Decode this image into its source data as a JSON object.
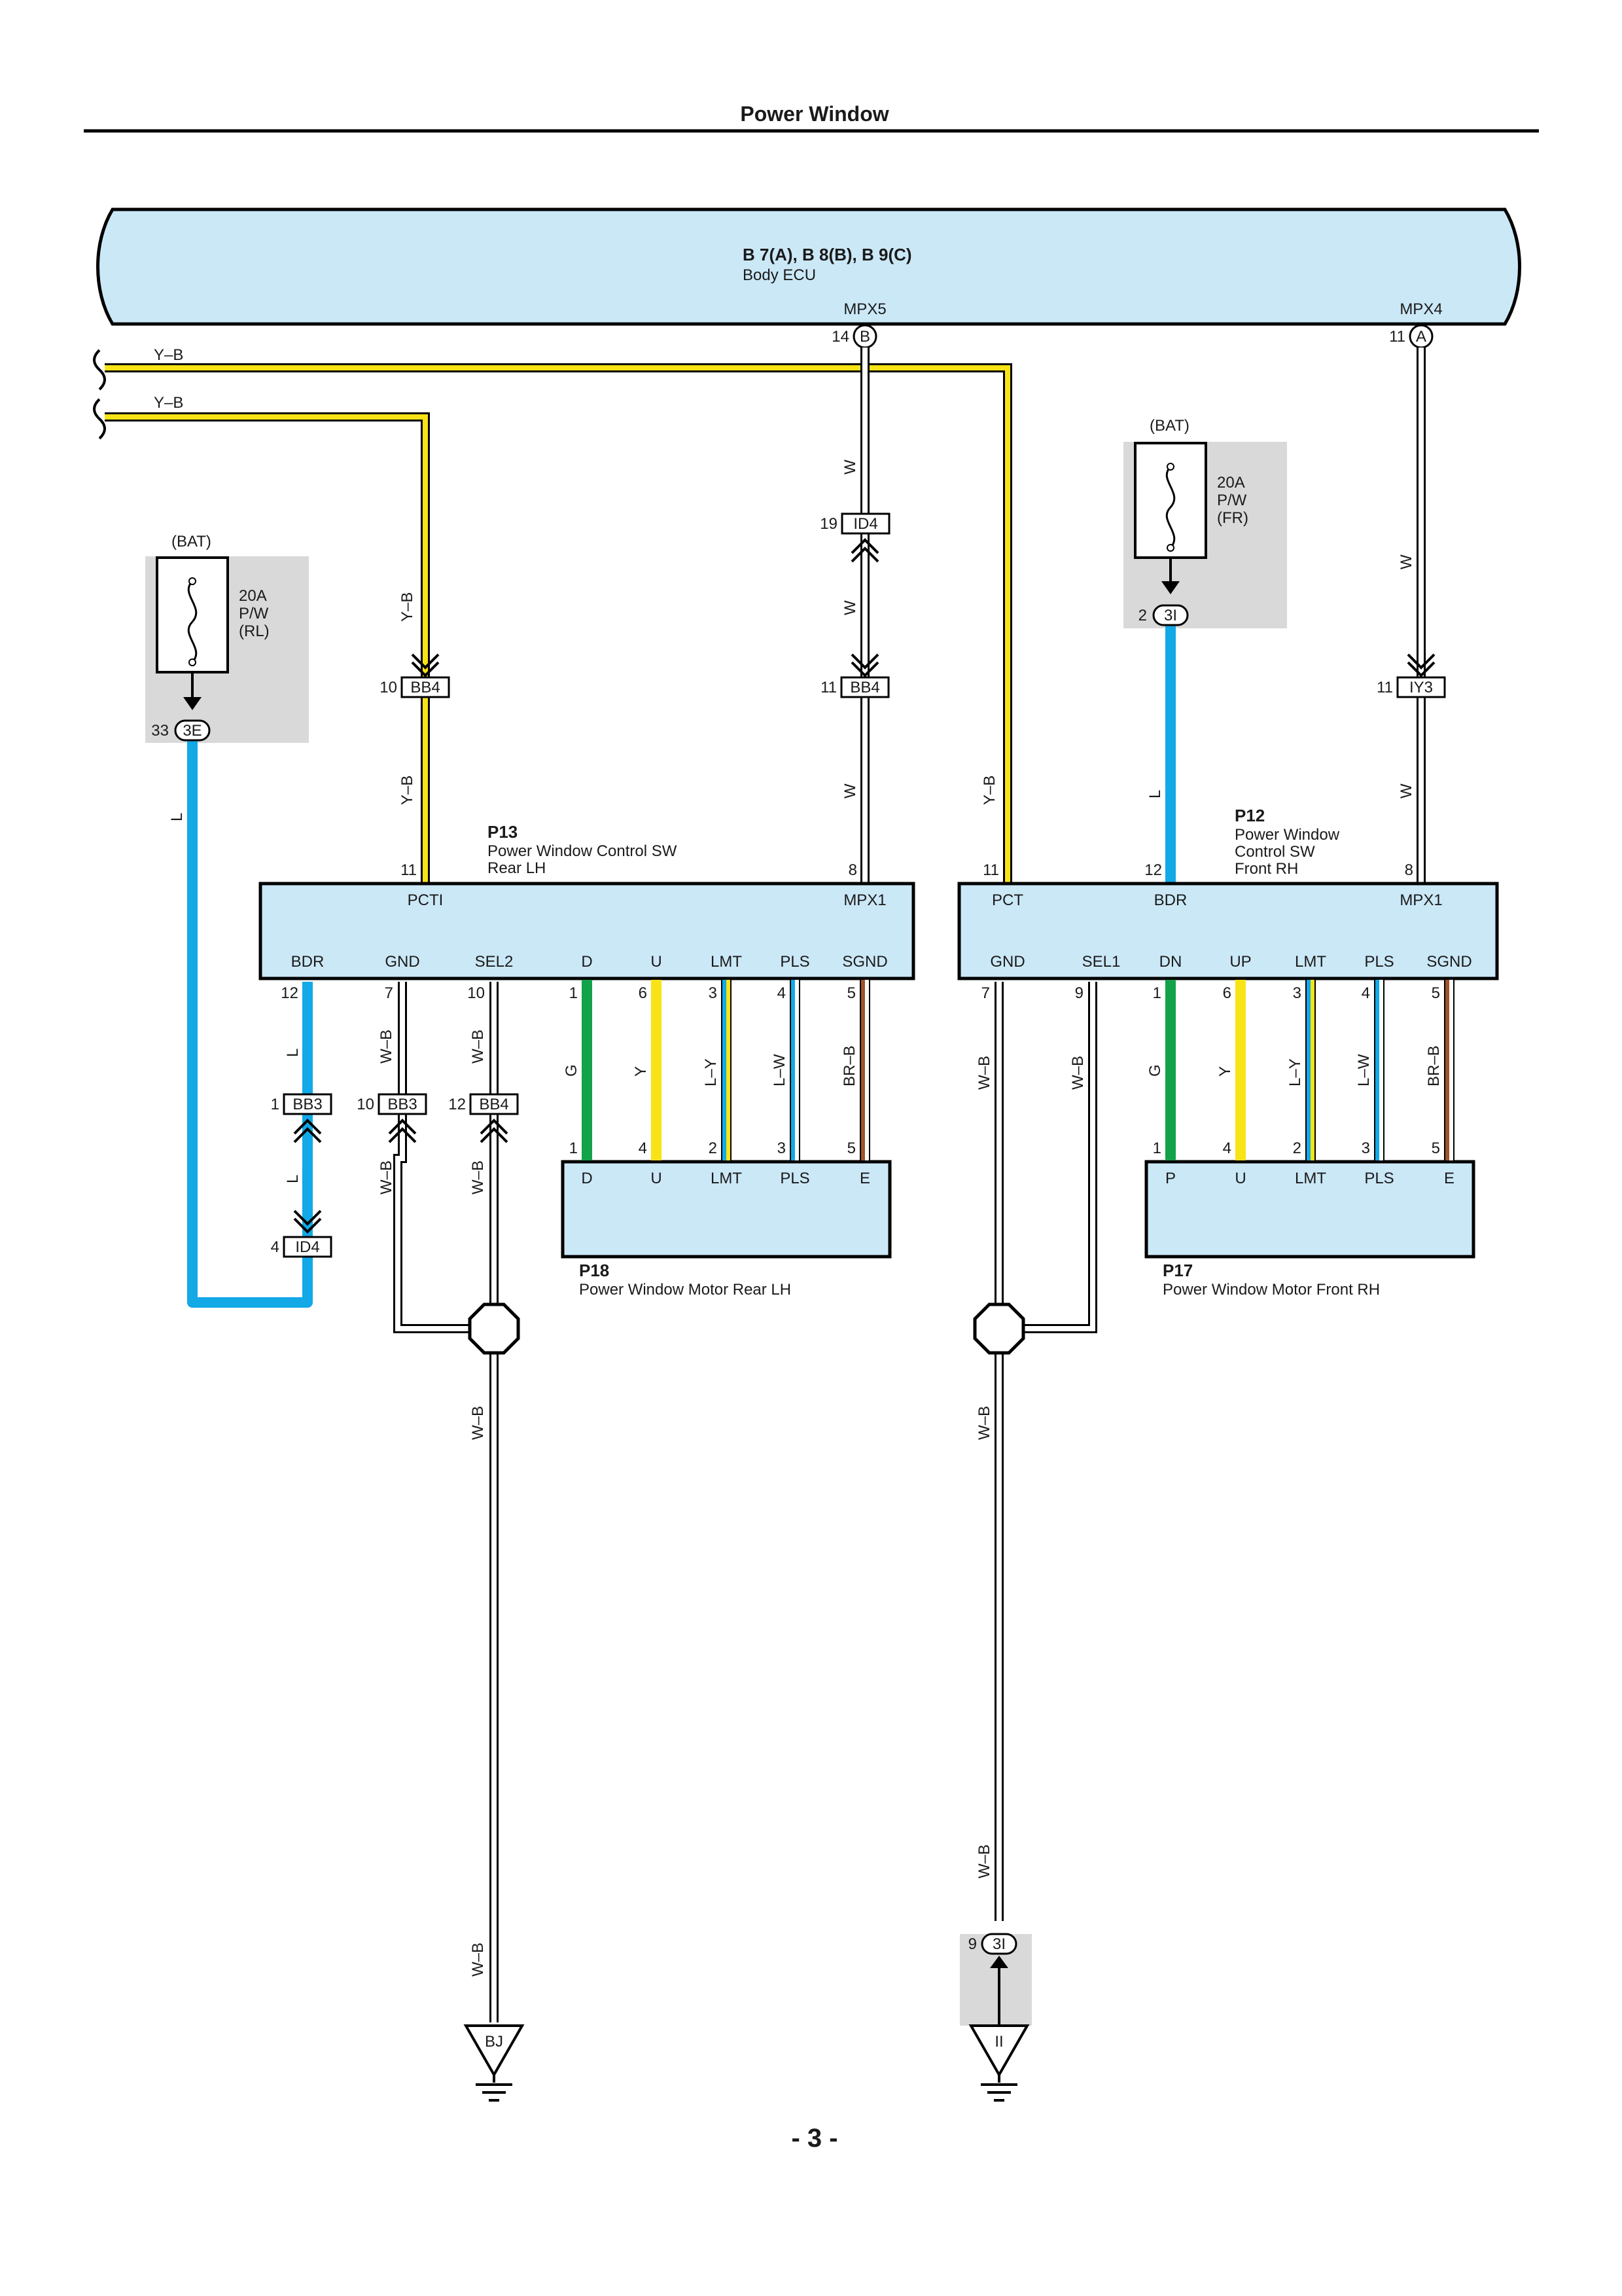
{
  "title": "Power Window",
  "page_number": "- 3 -",
  "colors": {
    "ecu_fill": "#cbe8f7",
    "Y-B": "#f7e316",
    "L": "#12a9e6",
    "G": "#11a24a",
    "Y": "#f7e316",
    "BR": "#a0522d",
    "W": "#ffffff",
    "fuse_box": "#d9d9d9"
  },
  "ecu": {
    "code": "B 7(A), B 8(B), B 9(C)",
    "name": "Body ECU",
    "term1": "MPX5",
    "term2": "MPX4",
    "pin1": "14",
    "pin1c": "B",
    "pin2": "11",
    "pin2c": "A"
  },
  "wires": {
    "yb": "Y–B",
    "l": "L",
    "w": "W",
    "g": "G",
    "y": "Y",
    "ly": "L–Y",
    "lw": "L–W",
    "brb": "BR–B",
    "wb": "W–B"
  },
  "fuse_rl": {
    "bat": "(BAT)",
    "amp": "20A",
    "name": "P/W",
    "loc": "(RL)",
    "pin": "33",
    "conn": "3E"
  },
  "fuse_fr": {
    "bat": "(BAT)",
    "amp": "20A",
    "name": "P/W",
    "loc": "(FR)",
    "pin": "2",
    "conn": "3I"
  },
  "conn": {
    "id4a_pin": "19",
    "id4a": "ID4",
    "bb4_pin": "10",
    "bb4": "BB4",
    "bb4b_pin": "11",
    "bb4b": "BB4",
    "iy3_pin": "11",
    "iy3": "IY3",
    "bb3a_pin": "1",
    "bb3a": "BB3",
    "bb3b_pin": "10",
    "bb3b": "BB3",
    "bb4c_pin": "12",
    "bb4c": "BB4",
    "id4b_pin": "4",
    "id4b": "ID4",
    "g3i_pin": "9",
    "g3i": "3I"
  },
  "sw_rl": {
    "code": "P13",
    "line1": "Power Window Control SW",
    "line2": "Rear LH",
    "top_pins": [
      "11",
      "8"
    ],
    "top_terms": [
      "PCTI",
      "MPX1"
    ],
    "bottom_terms": [
      "BDR",
      "GND",
      "SEL2",
      "D",
      "U",
      "LMT",
      "PLS",
      "SGND"
    ],
    "bottom_pins": [
      "12",
      "7",
      "10",
      "1",
      "6",
      "3",
      "4",
      "5"
    ]
  },
  "sw_fr": {
    "code": "P12",
    "line1": "Power Window",
    "line2": "Control SW",
    "line3": "Front RH",
    "top_pins": [
      "11",
      "12",
      "8"
    ],
    "top_terms": [
      "PCT",
      "BDR",
      "MPX1"
    ],
    "bottom_terms": [
      "GND",
      "SEL1",
      "DN",
      "UP",
      "LMT",
      "PLS",
      "SGND"
    ],
    "bottom_pins": [
      "7",
      "9",
      "1",
      "6",
      "3",
      "4",
      "5"
    ]
  },
  "motor_rl": {
    "code": "P18",
    "name": "Power Window Motor Rear LH",
    "pins": [
      "1",
      "4",
      "2",
      "3",
      "5"
    ],
    "terms": [
      "D",
      "U",
      "LMT",
      "PLS",
      "E"
    ]
  },
  "motor_fr": {
    "code": "P17",
    "name": "Power Window Motor Front RH",
    "pins": [
      "1",
      "4",
      "2",
      "3",
      "5"
    ],
    "terms": [
      "P",
      "U",
      "LMT",
      "PLS",
      "E"
    ]
  },
  "grounds": {
    "left": "BJ",
    "right": "II"
  }
}
